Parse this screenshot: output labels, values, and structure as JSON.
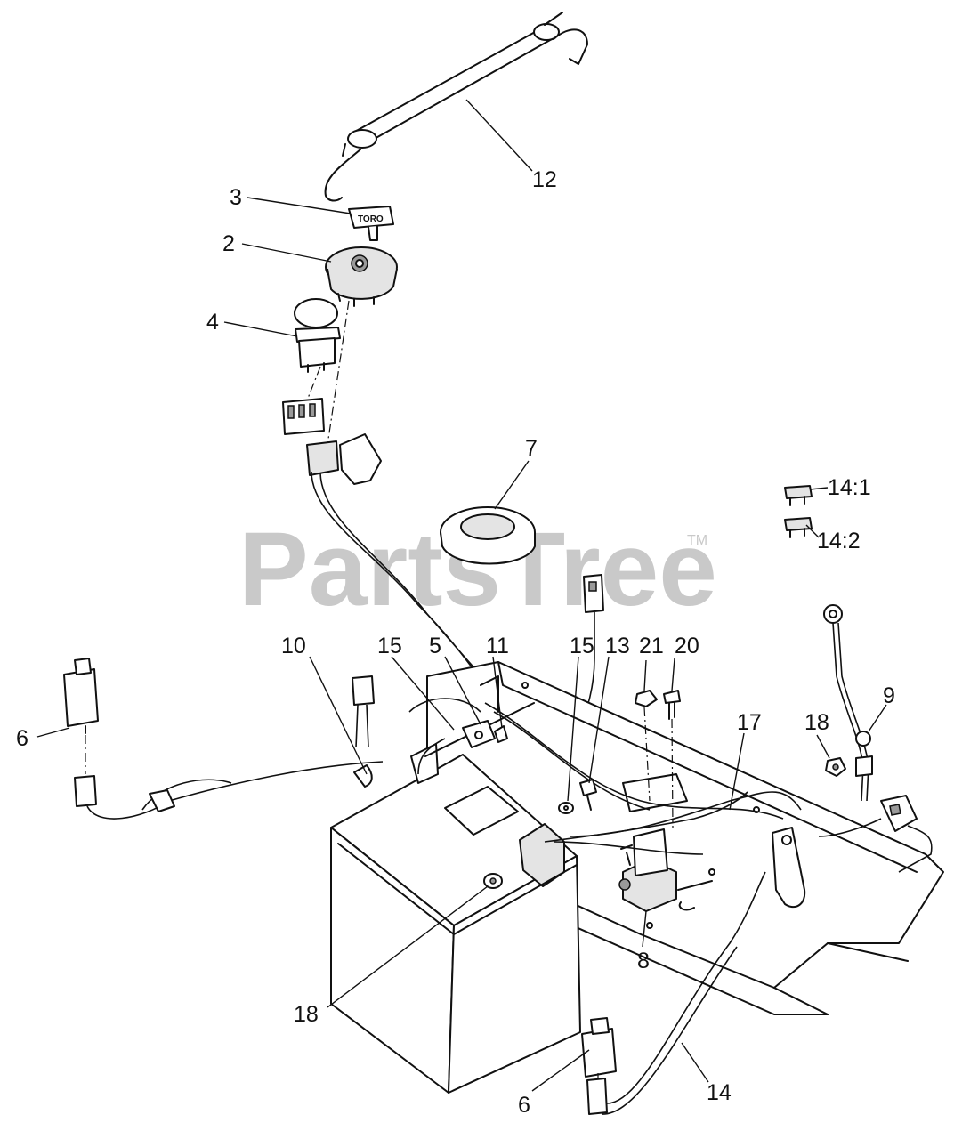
{
  "watermark": {
    "text": "PartsTree",
    "trademark": "TM"
  },
  "key_brand": "TORO",
  "callouts": {
    "c12": "12",
    "c3": "3",
    "c2": "2",
    "c4": "4",
    "c7": "7",
    "c14_1": "14:1",
    "c14_2": "14:2",
    "c10": "10",
    "c15a": "15",
    "c5": "5",
    "c11": "11",
    "c15b": "15",
    "c13": "13",
    "c21": "21",
    "c20": "20",
    "c9": "9",
    "c18a": "18",
    "c17": "17",
    "c6a": "6",
    "c18b": "18",
    "c8": "8",
    "c6b": "6",
    "c14": "14"
  }
}
